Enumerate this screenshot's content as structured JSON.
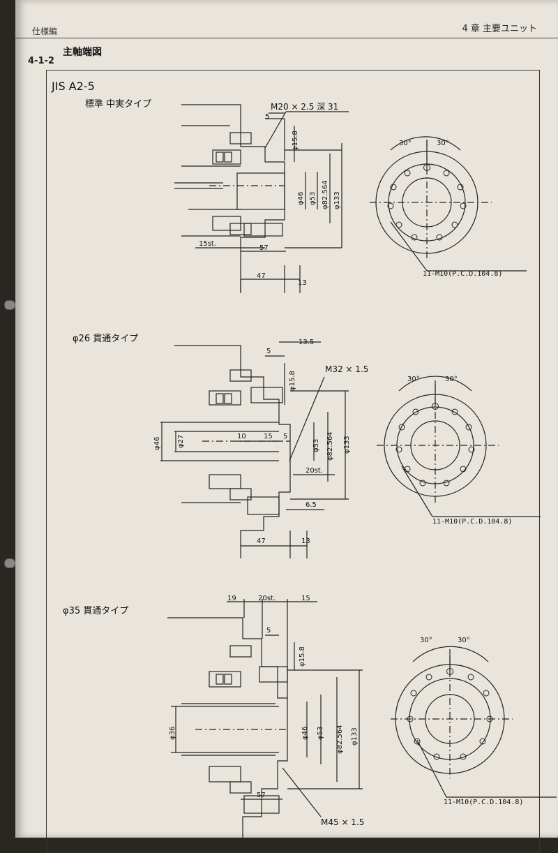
{
  "header": {
    "left": "仕様編",
    "right": "4 章 主要ユニット"
  },
  "section": {
    "number": "4-1-2",
    "title": "主軸端図"
  },
  "jis_label": "JIS A2-5",
  "drawings": [
    {
      "type_label": "標準 中実タイプ",
      "dims": {
        "d1": "5",
        "d2": "φ15.8",
        "d3": "φ46",
        "d4": "φ53",
        "d5": "φ82.564",
        "d6": "φ133",
        "stroke": "15st.",
        "d7": "57",
        "d8": "47",
        "d9": "13"
      },
      "callout": "M20 × 2.5 深 31",
      "flange": {
        "angle_left": "30°",
        "angle_right": "30°",
        "bolt_note": "11-M10(P.C.D.104.8)"
      }
    },
    {
      "type_label": "φ26 貫通タイプ",
      "dims": {
        "d1": "13.5",
        "d2": "5",
        "d3": "φ15.8",
        "d4": "φ46",
        "d5": "φ27",
        "d6": "10",
        "d7": "15",
        "d8": "5",
        "d9": "φ53",
        "d10": "φ82.564",
        "d11": "φ133",
        "stroke": "20st.",
        "d12": "6.5",
        "d13": "47",
        "d14": "13"
      },
      "callout": "M32 × 1.5",
      "flange": {
        "angle_left": "30°",
        "angle_right": "30°",
        "bolt_note": "11-M10(P.C.D.104.8)"
      }
    },
    {
      "type_label": "φ35 貫通タイプ",
      "dims": {
        "d1": "19",
        "stroke": "20st.",
        "d2": "15",
        "d3": "5",
        "d4": "φ15.8",
        "d5": "φ36",
        "d6": "φ46",
        "d7": "φ53",
        "d8": "φ82.564",
        "d9": "φ133",
        "d10": "57"
      },
      "callout": "M45 × 1.5",
      "flange": {
        "angle_left": "30°",
        "angle_right": "30°",
        "bolt_note": "11-M10(P.C.D.104.8)"
      }
    }
  ]
}
